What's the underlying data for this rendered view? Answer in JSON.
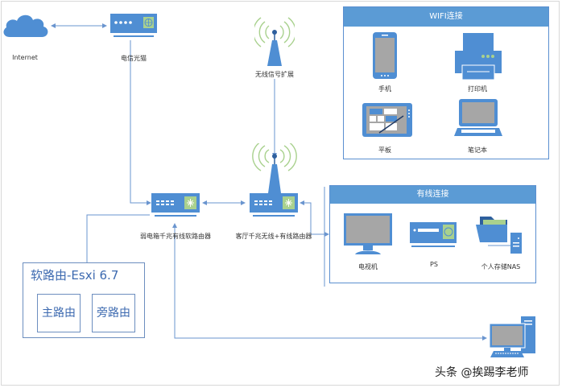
{
  "colors": {
    "primary": "#5b9bd5",
    "wire": "#6a95cf",
    "accent_green": "#a9d18e",
    "screen_gray": "#a6a6a6",
    "text_blue": "#3d6ab0"
  },
  "nodes": {
    "internet": {
      "label": "Internet",
      "icon": "cloud-icon"
    },
    "modem": {
      "label": "电信光猫",
      "icon": "modem-icon"
    },
    "extender": {
      "label": "无线信号扩展",
      "icon": "antenna-tower-icon"
    },
    "core_router": {
      "label": "弱电箱千兆有线软路由器",
      "icon": "router-icon"
    },
    "living_router": {
      "label": "客厅千兆无线+有线路由器",
      "icon": "wireless-router-icon"
    },
    "pc": {
      "label": "",
      "icon": "desktop-computer-icon"
    }
  },
  "wifi_panel": {
    "title": "WIFI连接",
    "devices": [
      {
        "label": "手机",
        "icon": "smartphone-icon"
      },
      {
        "label": "打印机",
        "icon": "printer-icon"
      },
      {
        "label": "平板",
        "icon": "tablet-icon"
      },
      {
        "label": "笔记本",
        "icon": "laptop-icon"
      }
    ]
  },
  "wired_panel": {
    "title": "有线连接",
    "devices": [
      {
        "label": "电视机",
        "icon": "monitor-icon"
      },
      {
        "label": "PS",
        "icon": "game-console-icon"
      },
      {
        "label": "个人存储NAS",
        "icon": "nas-folder-icon"
      }
    ]
  },
  "esxi": {
    "title": "软路由-Esxi 6.7",
    "children": [
      "主路由",
      "旁路由"
    ]
  },
  "watermark": "头条 @挨踢李老师"
}
